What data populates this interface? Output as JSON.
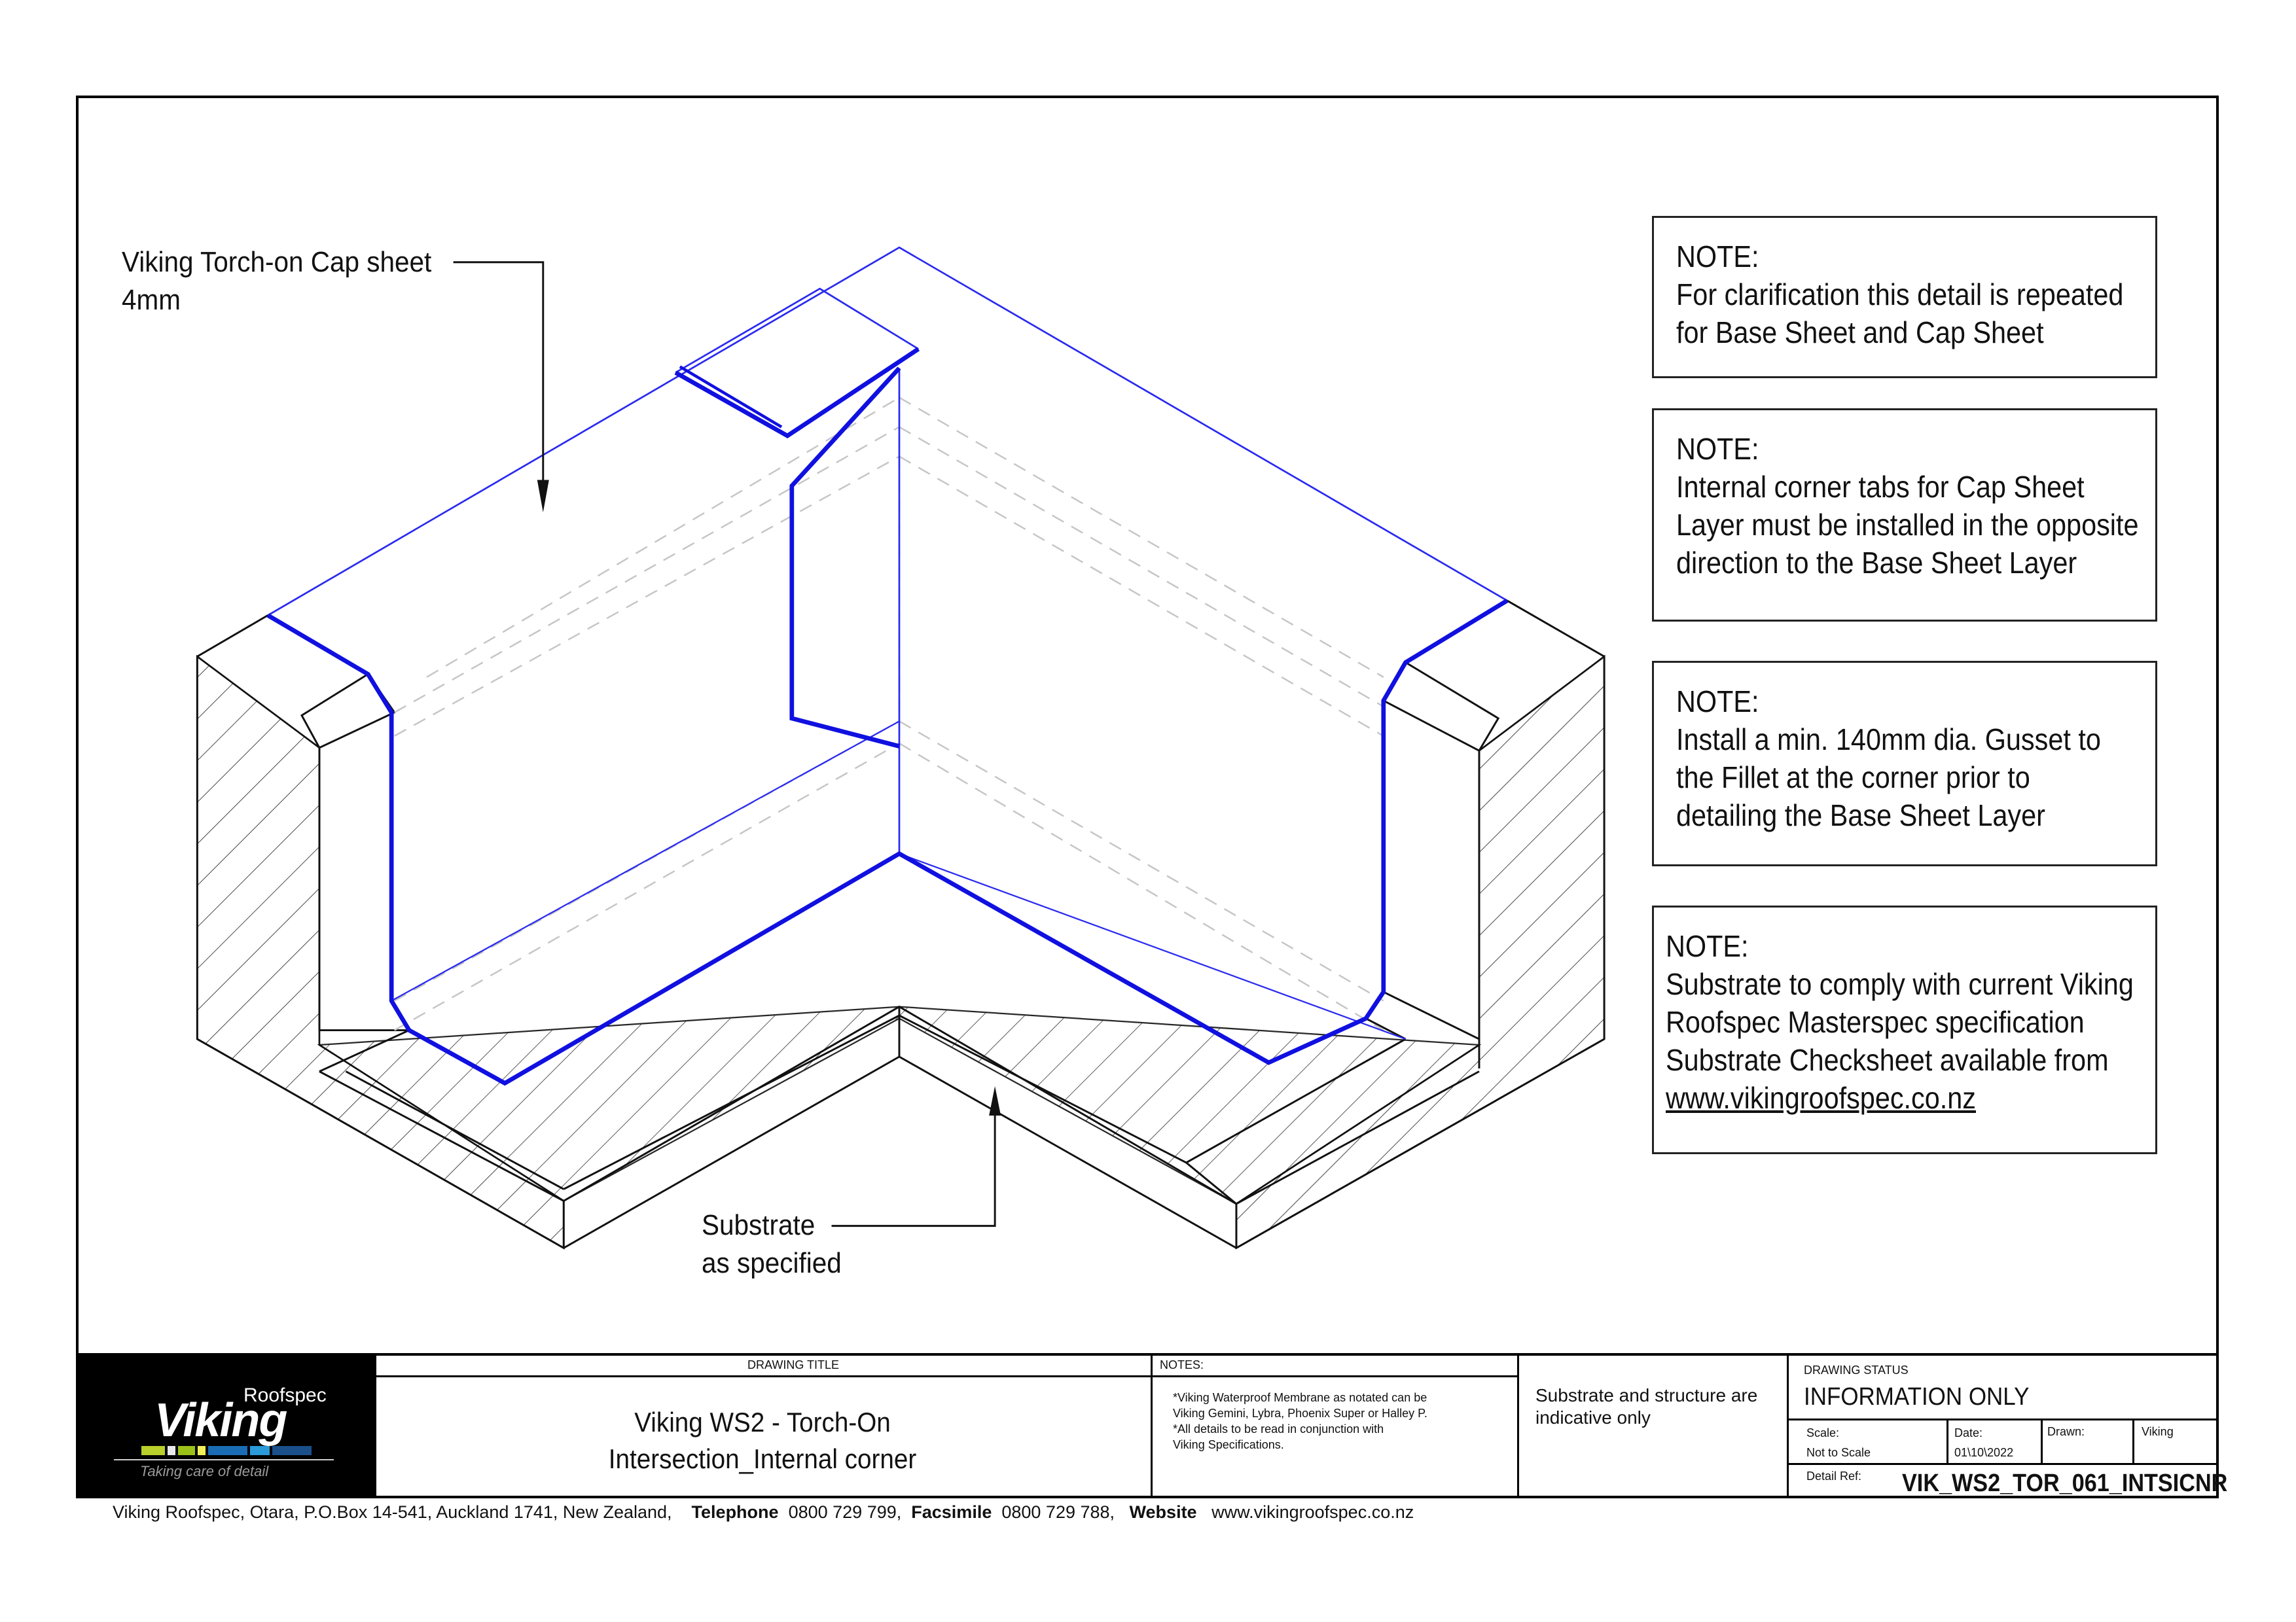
{
  "drawing": {
    "callout_cap_sheet": [
      "Viking Torch-on Cap sheet",
      "4mm"
    ],
    "callout_substrate": [
      "Substrate",
      "as specified"
    ]
  },
  "notes": [
    {
      "lines": [
        "NOTE:",
        "For clarification this detail is repeated",
        "for Base Sheet and Cap Sheet"
      ]
    },
    {
      "lines": [
        "NOTE:",
        "Internal corner tabs for Cap Sheet",
        "Layer must be installed in the opposite",
        "direction to the Base Sheet Layer"
      ]
    },
    {
      "lines": [
        "NOTE:",
        "Install a min. 140mm dia. Gusset to",
        "the Fillet at the corner prior to",
        "detailing the Base Sheet Layer"
      ]
    },
    {
      "lines": [
        "NOTE:",
        "Substrate to comply with current Viking",
        "Roofspec Masterspec specification",
        "Substrate Checksheet available from"
      ],
      "link": "www.vikingroofspec.co.nz"
    }
  ],
  "title_block": {
    "logo_brand": "Viking",
    "logo_sub": "Roofspec",
    "logo_tagline": "Taking care of detail",
    "drawing_title_label": "DRAWING TITLE",
    "drawing_title_line1": "Viking WS2 - Torch-On",
    "drawing_title_line2": "Intersection_Internal corner",
    "notes_label": "NOTES:",
    "notes_text": [
      "*Viking Waterproof Membrane as notated can be",
      "Viking Gemini, Lybra, Phoenix Super or Halley P.",
      "*All details to be read in conjunction with",
      "Viking Specifications."
    ],
    "substrate_note": [
      "Substrate and structure are",
      "indicative only"
    ],
    "drawing_status_label": "DRAWING STATUS",
    "drawing_status": "INFORMATION ONLY",
    "scale_label": "Scale:",
    "scale_value": "Not to Scale",
    "date_label": "Date:",
    "date_value": "01\\10\\2022",
    "drawn_label": "Drawn:",
    "drawn_value": "Viking",
    "detail_ref_label": "Detail Ref:",
    "detail_ref": "VIK_WS2_TOR_061_INTSICNR"
  },
  "footer": {
    "address": "Viking Roofspec, Otara, P.O.Box 14-541, Auckland 1741, New Zealand,",
    "telephone_label": "Telephone",
    "telephone": "0800 729 799,",
    "facsimile_label": "Facsimile",
    "facsimile": "0800 729 788,",
    "website_label": "Website",
    "website": "www.vikingroofspec.co.nz"
  },
  "colors": {
    "membrane": "#1010e0",
    "membrane_thin": "#2a2af0",
    "hidden": "#bbbbbb",
    "logo_bg": "#000000"
  }
}
